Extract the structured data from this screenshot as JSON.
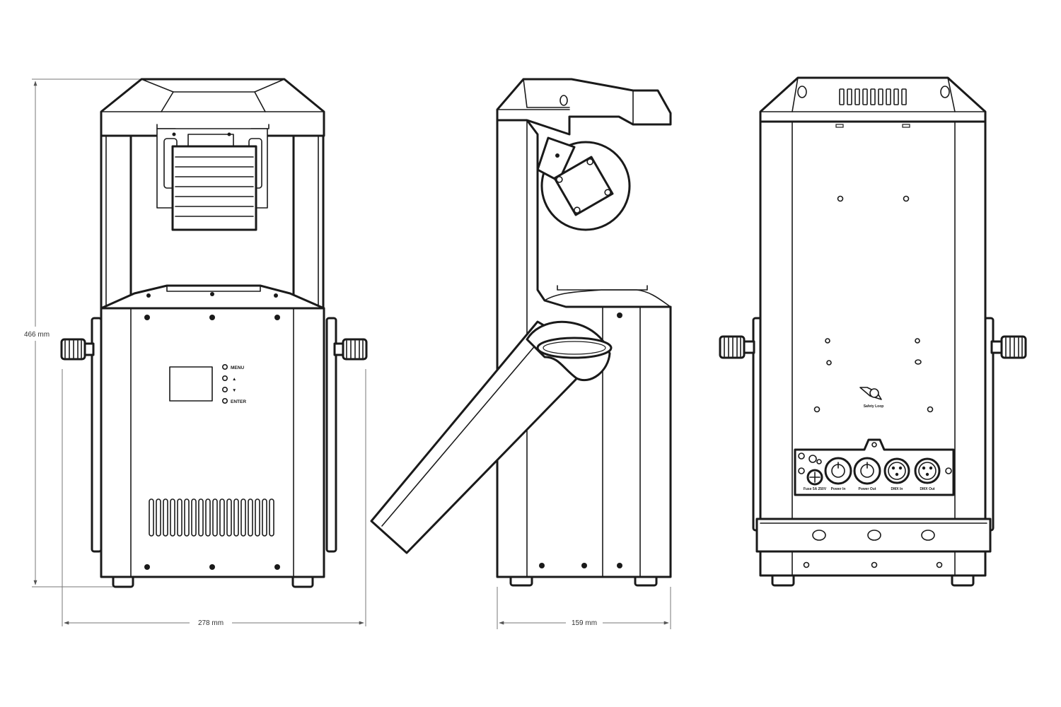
{
  "dimensions": {
    "height": "466 mm",
    "width": "278 mm",
    "depth": "159 mm"
  },
  "front_view": {
    "buttons": [
      "MENU",
      "▲",
      "▼",
      "ENTER"
    ]
  },
  "rear_view": {
    "safety_loop": "Safety Loop",
    "connectors": {
      "fuse": "Fuse 5A 250V",
      "power_in": "Power In",
      "power_out": "Power Out",
      "dmx_in": "DMX In",
      "dmx_out": "DMX Out"
    }
  },
  "colors": {
    "line": "#1a1a1a",
    "dimension_line": "#777777"
  }
}
